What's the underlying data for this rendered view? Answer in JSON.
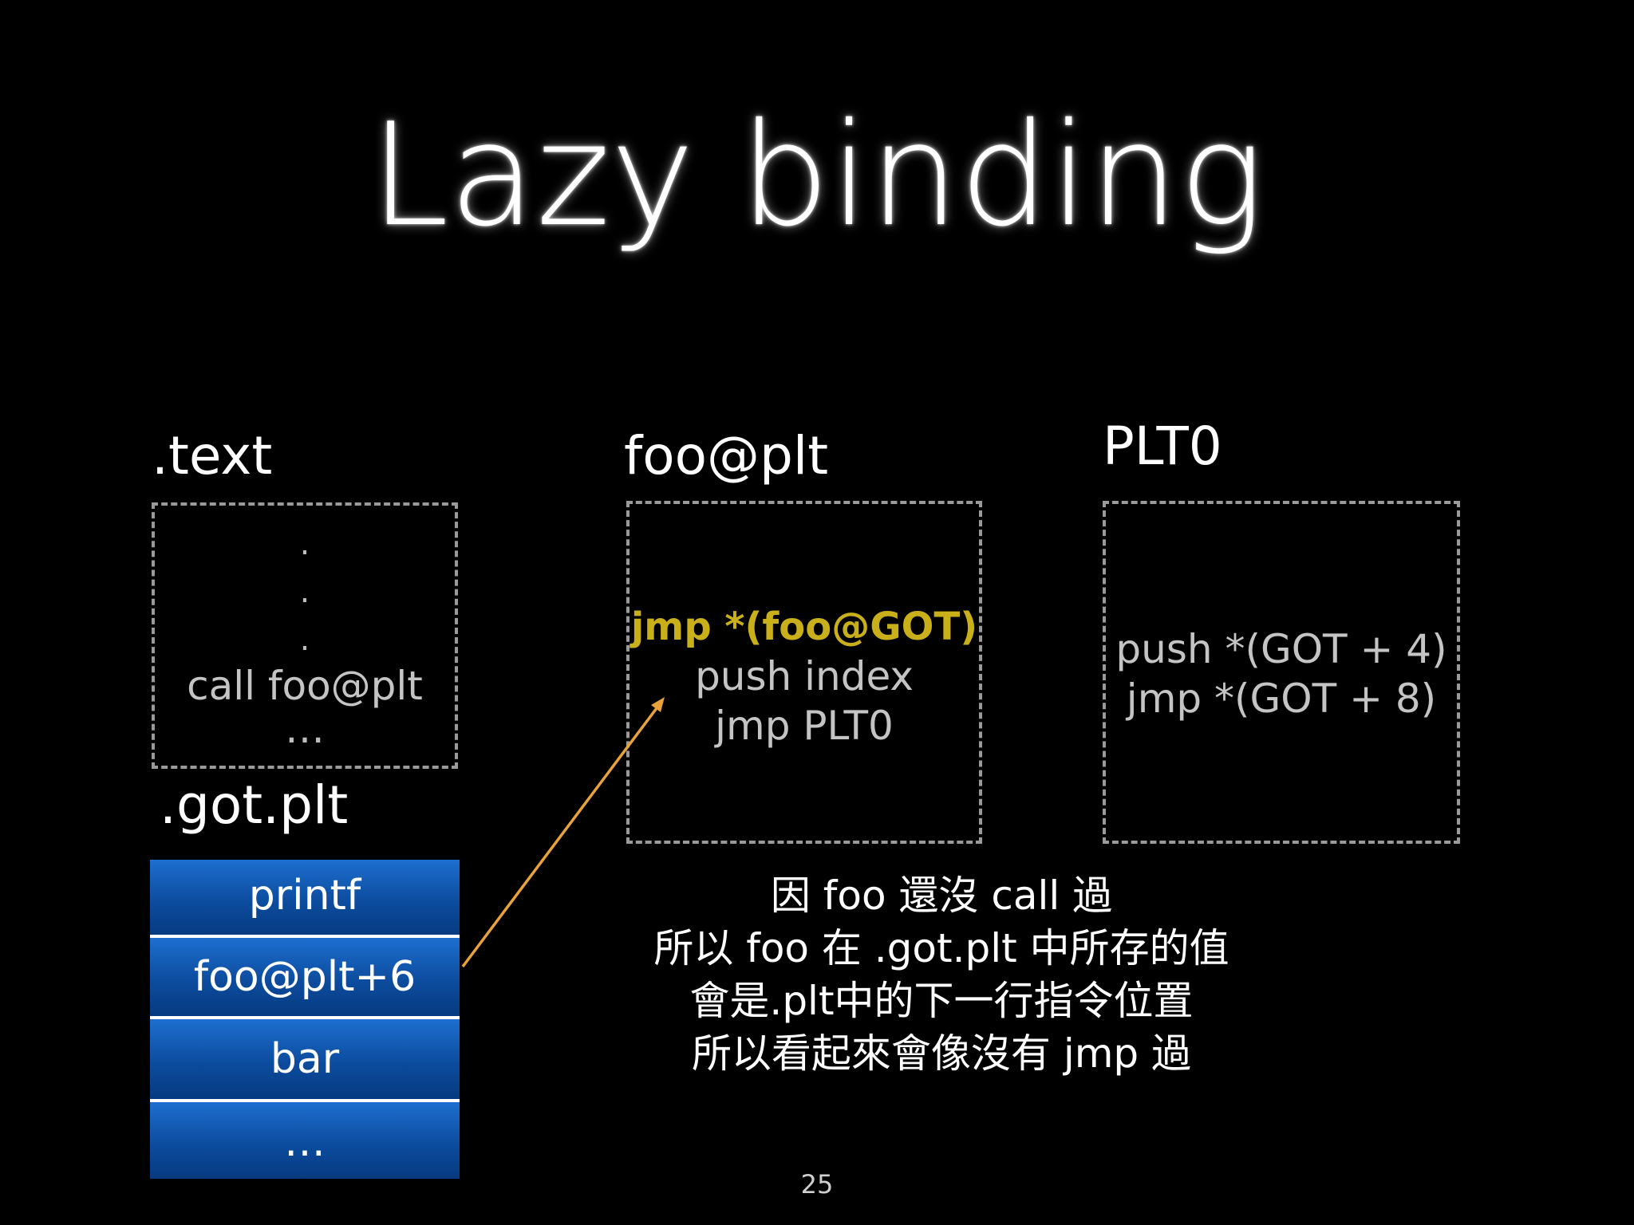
{
  "slide": {
    "title": "Lazy binding",
    "page_number": "25"
  },
  "text_section": {
    "label": ".text",
    "dots": [
      ".",
      ".",
      "."
    ],
    "call_line": "call foo@plt",
    "ellipsis": "…"
  },
  "got_plt": {
    "label": ".got.plt",
    "entries": [
      "printf",
      "foo@plt+6",
      "bar",
      "…"
    ],
    "cell_color": "#0c4c9e"
  },
  "foo_plt": {
    "label": "foo@plt",
    "lines": [
      "jmp *(foo@GOT)",
      "push index",
      "jmp PLT0"
    ],
    "highlight_color": "#c9b01a"
  },
  "plt0": {
    "label": "PLT0",
    "lines": [
      "push *(GOT + 4)",
      "jmp *(GOT + 8)"
    ]
  },
  "note": {
    "lines": [
      "因 foo 還沒 call 過",
      "所以 foo 在 .got.plt 中所存的值",
      "會是.plt中的下一行指令位置",
      "所以看起來會像沒有 jmp 過"
    ]
  },
  "arrow": {
    "color": "#e8a23a",
    "from": "got_plt.entries.1",
    "to": "foo_plt.lines.1"
  }
}
